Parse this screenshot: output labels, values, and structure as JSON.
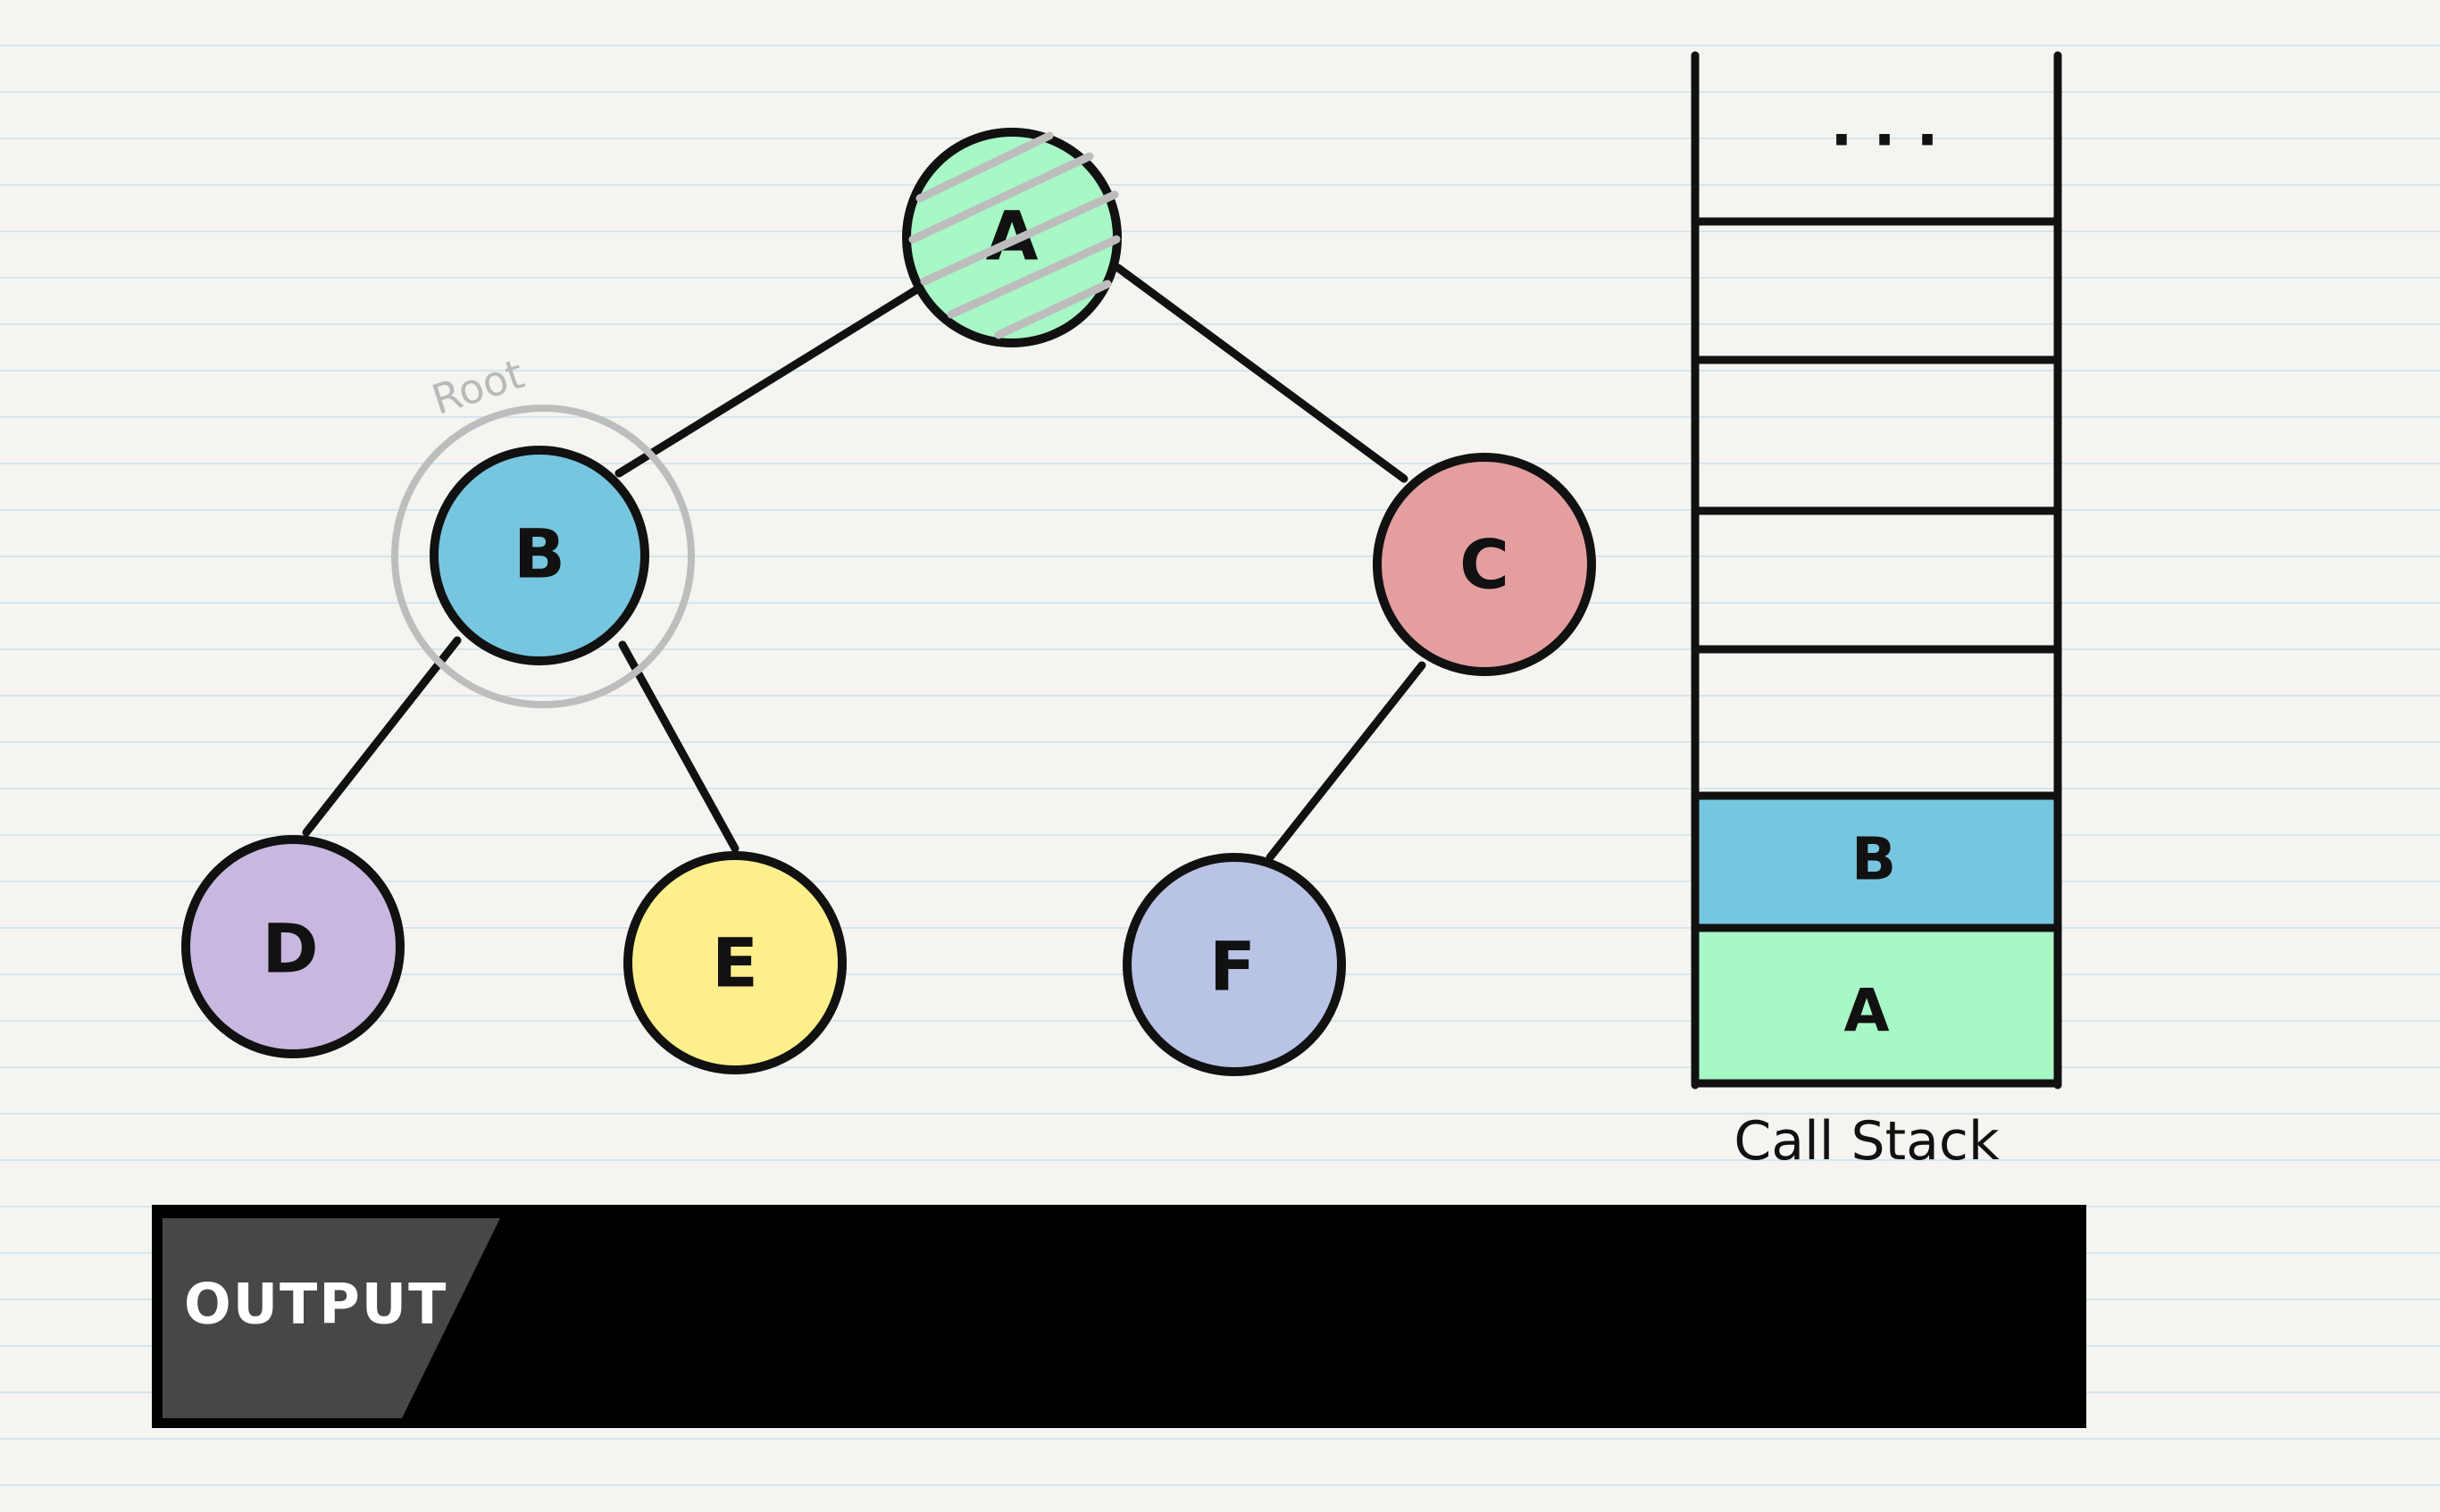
{
  "nodes": {
    "a": {
      "label": "A",
      "color": "#a8f7c6"
    },
    "b": {
      "label": "B",
      "color": "#77c6e0"
    },
    "c": {
      "label": "C",
      "color": "#e49e9f"
    },
    "d": {
      "label": "D",
      "color": "#c8b8e0"
    },
    "e": {
      "label": "E",
      "color": "#fdef8b"
    },
    "f": {
      "label": "F",
      "color": "#b9c3e6"
    }
  },
  "root_annotation": "Root",
  "visited_marker_color": "#bdbdbd",
  "call_stack": {
    "caption": "Call Stack",
    "overflow_marker": ". . .",
    "frames_top_to_bottom": [
      {
        "label": "B",
        "color": "#77c6e0"
      },
      {
        "label": "A",
        "color": "#a8f7c6"
      }
    ]
  },
  "output": {
    "label": "OUTPUT",
    "value": ""
  }
}
